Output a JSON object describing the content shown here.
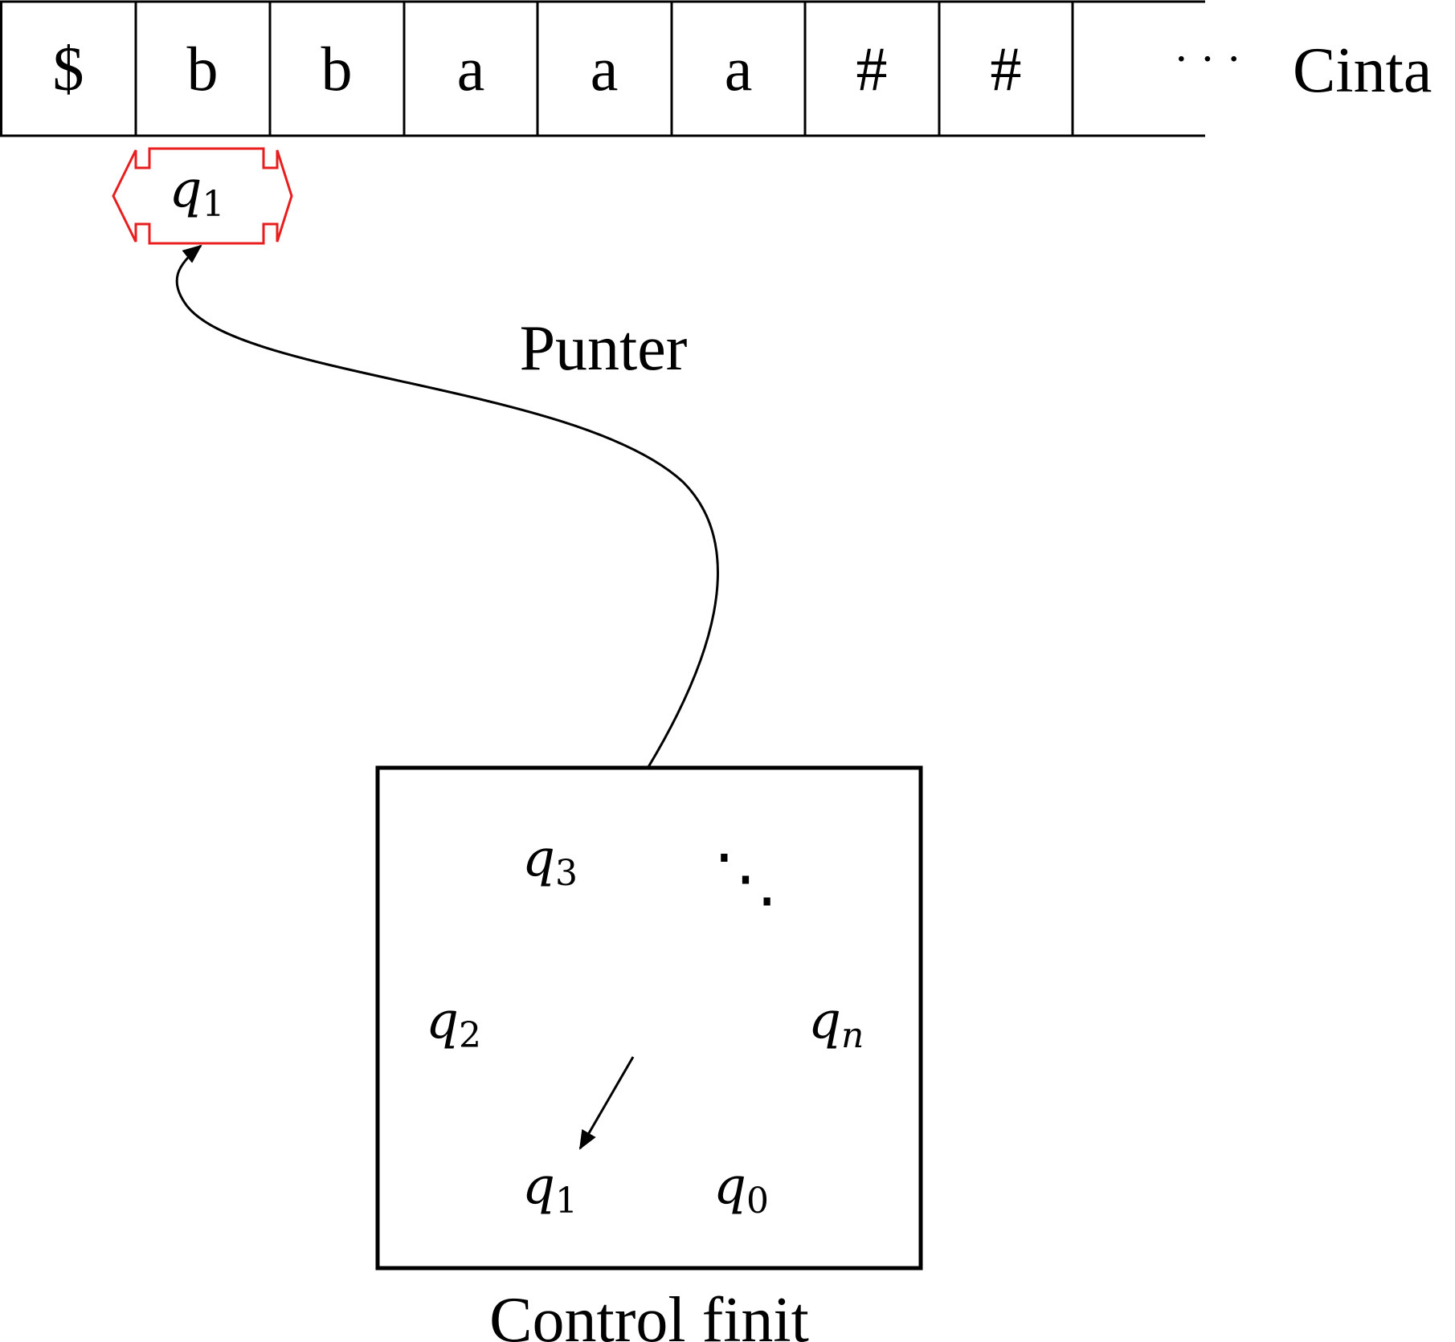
{
  "tape": {
    "cells": [
      "$",
      "b",
      "b",
      "a",
      "a",
      "a",
      "#",
      "#",
      ""
    ],
    "ellipsis": "· · ·",
    "label": "Cinta"
  },
  "head": {
    "state_base": "q",
    "state_sub": "1",
    "color": "#e81e1e"
  },
  "pointer": {
    "label": "Punter"
  },
  "control": {
    "label": "Control finit",
    "states": [
      {
        "id": "q3",
        "base": "q",
        "sub": "3"
      },
      {
        "id": "q2",
        "base": "q",
        "sub": "2"
      },
      {
        "id": "qn",
        "base": "q",
        "sub": "n"
      },
      {
        "id": "q1",
        "base": "q",
        "sub": "1"
      },
      {
        "id": "q0",
        "base": "q",
        "sub": "0"
      }
    ],
    "diag_ellipsis": "⋱"
  }
}
